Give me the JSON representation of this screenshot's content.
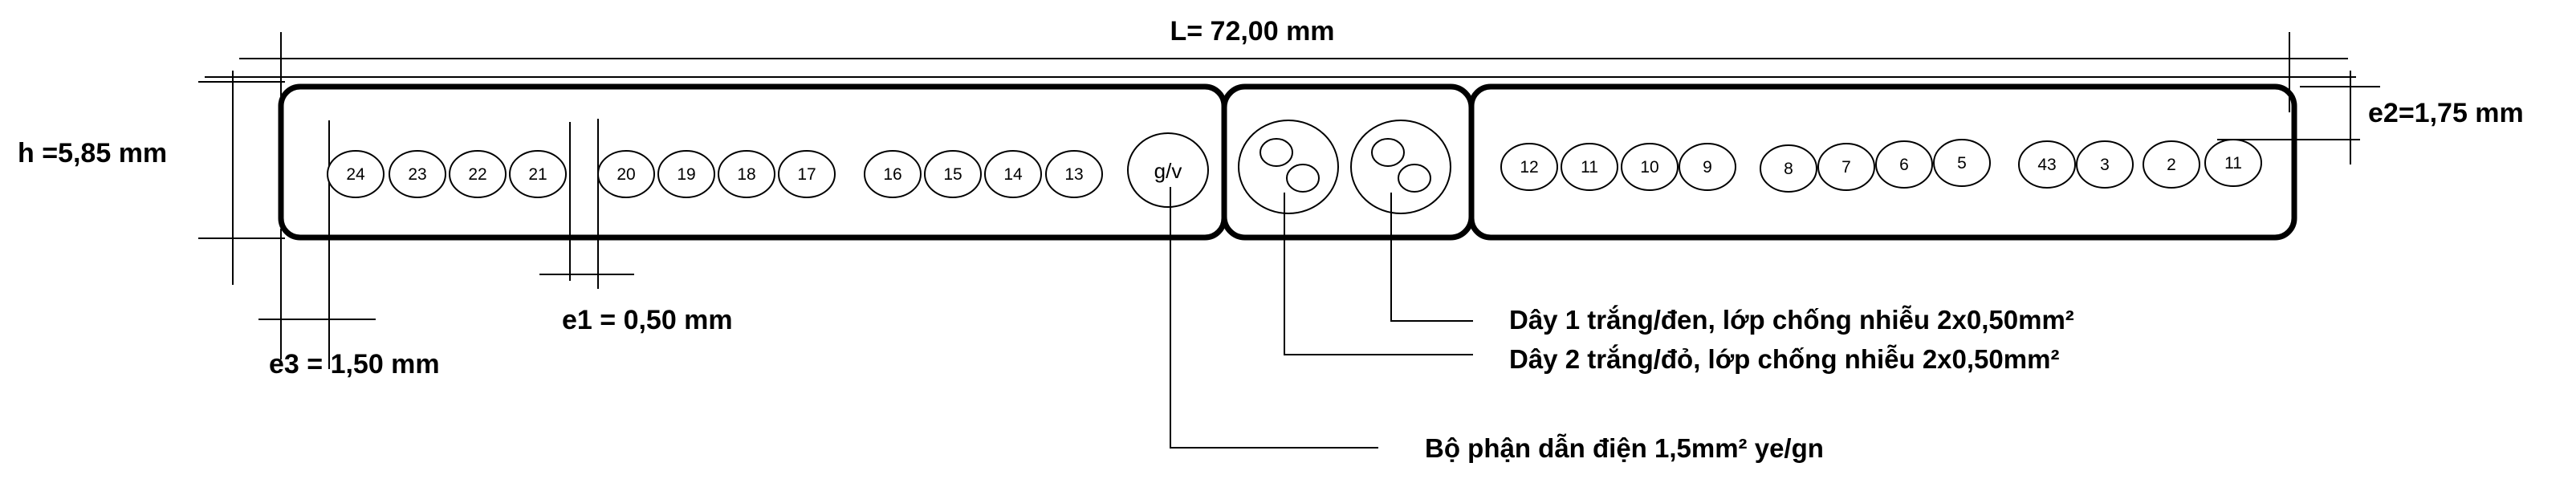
{
  "dimensions": {
    "length": "L= 72,00 mm",
    "height": "h =5,85  mm",
    "e1": "e1 = 0,50 mm",
    "e2": "e2=1,75 mm",
    "e3": "e3 = 1,50 mm"
  },
  "groups": {
    "left": [
      "24",
      "23",
      "22",
      "21",
      "20",
      "19",
      "18",
      "17",
      "16",
      "15",
      "14",
      "13"
    ],
    "earth": "g/v",
    "right": [
      "12",
      "11",
      "10",
      "9",
      "8",
      "7",
      "6",
      "5",
      "43",
      "3",
      "2",
      "11"
    ]
  },
  "callouts": {
    "pair1": "Dây 1 trắng/đen, lớp chống nhiễu 2x0,50mm²",
    "pair2": "Dây 2 trắng/đỏ, lớp chống nhiễu 2x0,50mm²",
    "earth": "Bộ phận dẫn điện 1,5mm² ye/gn"
  }
}
